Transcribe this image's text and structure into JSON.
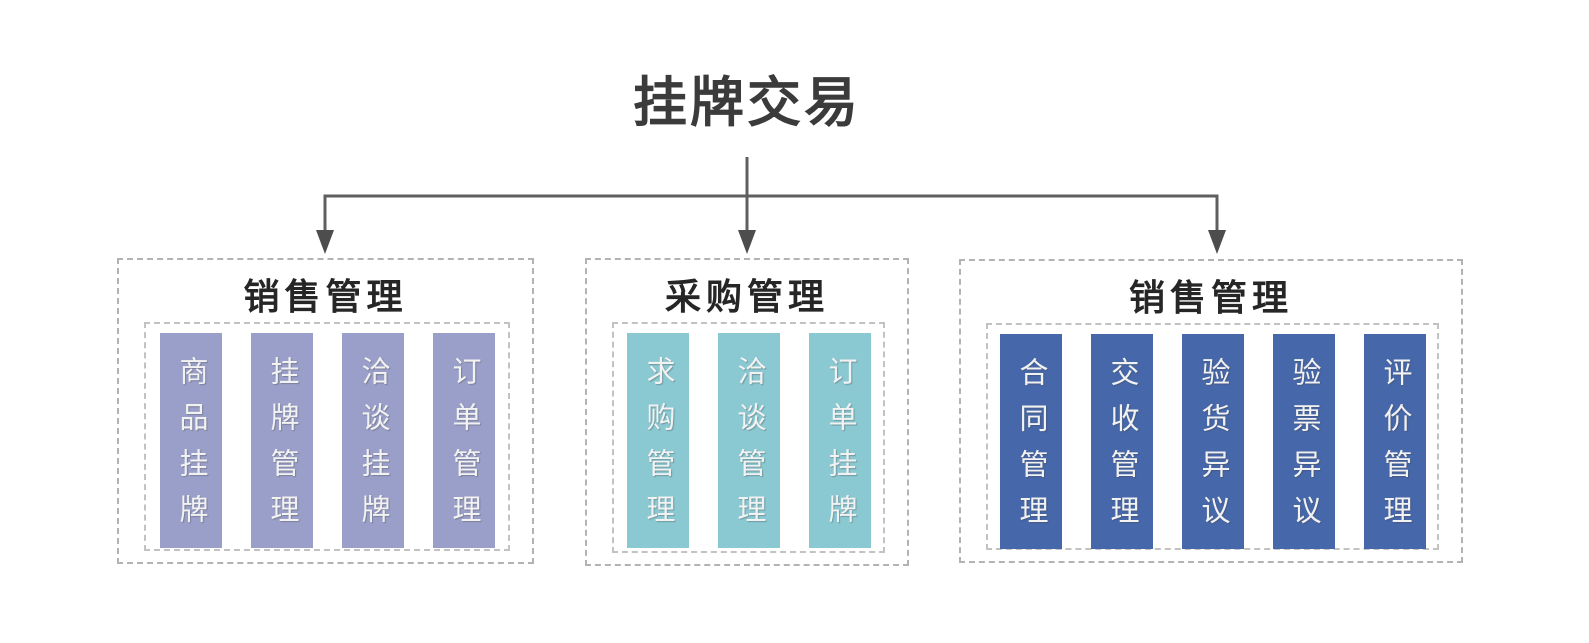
{
  "title": "挂牌交易",
  "connector": {
    "line_color": "#5f5f5f",
    "arrow_color": "#4d4d4d"
  },
  "colors": {
    "background": "#ffffff",
    "title_text": "#3b3b3b",
    "group_title_text": "#262626",
    "bar_text": "#f2f2f2",
    "outer_border": "#b3b3b3",
    "inner_border": "#c2c2c2"
  },
  "groups": [
    {
      "title": "销售管理",
      "bar_color": "#999fc8",
      "items": [
        "商品挂牌",
        "挂牌管理",
        "洽谈挂牌",
        "订单管理"
      ]
    },
    {
      "title": "采购管理",
      "bar_color": "#8ac8d2",
      "items": [
        "求购管理",
        "洽谈管理",
        "订单挂牌"
      ]
    },
    {
      "title": "销售管理",
      "bar_color": "#4667a9",
      "items": [
        "合同管理",
        "交收管理",
        "验货异议",
        "验票异议",
        "评价管理"
      ]
    }
  ]
}
